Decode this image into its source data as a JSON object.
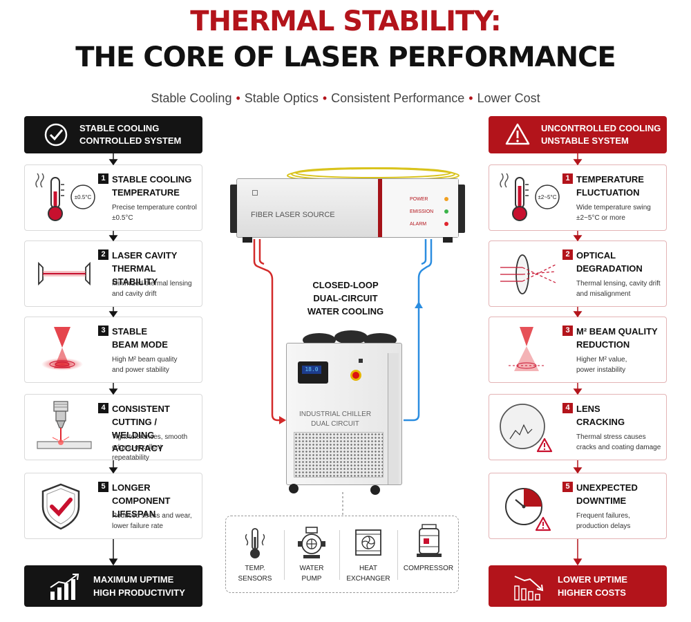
{
  "title": {
    "line1": "THERMAL STABILITY:",
    "line2": "THE CORE OF LASER PERFORMANCE"
  },
  "subtitle": [
    "Stable Cooling",
    "Stable Optics",
    "Consistent Performance",
    "Lower Cost"
  ],
  "subtitle_separator": "•",
  "left_header": {
    "line1": "STABLE COOLING",
    "line2": "CONTROLLED SYSTEM"
  },
  "right_header": {
    "line1": "UNCONTROLLED COOLING",
    "line2": "UNSTABLE SYSTEM"
  },
  "left_items": [
    {
      "num": "1",
      "title_lines": [
        "STABLE COOLING",
        "TEMPERATURE"
      ],
      "desc_lines": [
        "Precise temperature control",
        "±0.5°C"
      ],
      "badge": "±0.5°C",
      "icon": "thermometer-icon"
    },
    {
      "num": "2",
      "title_lines": [
        "LASER CAVITY",
        "THERMAL STABILITY"
      ],
      "desc_lines": [
        "Minimized thermal lensing",
        "and cavity drift"
      ],
      "icon": "laser-cavity-icon"
    },
    {
      "num": "3",
      "title_lines": [
        "STABLE",
        "BEAM MODE"
      ],
      "desc_lines": [
        "High M² beam quality",
        "and power stability"
      ],
      "icon": "beam-focus-icon"
    },
    {
      "num": "4",
      "title_lines": [
        "CONSISTENT CUTTING /",
        "WELDING ACCURACY"
      ],
      "desc_lines": [
        "Tight tolerances, smooth",
        "edges, excellent repeatability"
      ],
      "icon": "cutting-head-icon"
    },
    {
      "num": "5",
      "title_lines": [
        "LONGER COMPONENT",
        "LIFESPAN"
      ],
      "desc_lines": [
        "Reduced stress and wear,",
        "lower failure rate"
      ],
      "icon": "shield-check-icon"
    }
  ],
  "right_items": [
    {
      "num": "1",
      "title_lines": [
        "TEMPERATURE",
        "FLUCTUATION"
      ],
      "desc_lines": [
        "Wide temperature swing",
        "±2~5°C or more"
      ],
      "badge": "±2~5°C",
      "icon": "thermometer-icon"
    },
    {
      "num": "2",
      "title_lines": [
        "OPTICAL",
        "DEGRADATION"
      ],
      "desc_lines": [
        "Thermal lensing, cavity drift",
        "and misalignment"
      ],
      "icon": "lens-distortion-icon"
    },
    {
      "num": "3",
      "title_lines": [
        "M² BEAM QUALITY",
        "REDUCTION"
      ],
      "desc_lines": [
        "Higher M² value,",
        "power instability"
      ],
      "icon": "beam-focus-icon"
    },
    {
      "num": "4",
      "title_lines": [
        "LENS",
        "CRACKING"
      ],
      "desc_lines": [
        "Thermal stress causes",
        "cracks and coating damage"
      ],
      "icon": "cracked-lens-icon"
    },
    {
      "num": "5",
      "title_lines": [
        "UNEXPECTED",
        "DOWNTIME"
      ],
      "desc_lines": [
        "Frequent failures,",
        "production delays"
      ],
      "icon": "downtime-gauge-icon"
    }
  ],
  "left_footer": {
    "line1": "MAXIMUM UPTIME",
    "line2": "HIGH PRODUCTIVITY",
    "icon": "growth-chart-icon"
  },
  "right_footer": {
    "line1": "LOWER UPTIME",
    "line2": "HIGHER COSTS",
    "icon": "decline-chart-icon"
  },
  "laser_source": {
    "label": "FIBER LASER SOURCE",
    "status": [
      "POWER",
      "EMISSION",
      "ALARM"
    ]
  },
  "loop_label": {
    "line1": "CLOSED-LOOP",
    "line2": "DUAL-CIRCUIT",
    "line3": "WATER COOLING"
  },
  "chiller": {
    "line1": "INDUSTRIAL CHILLER",
    "line2": "DUAL CIRCUIT",
    "display": "18.0"
  },
  "components": [
    {
      "lines": [
        "TEMP.",
        "SENSORS"
      ],
      "icon": "temp-sensor-icon"
    },
    {
      "lines": [
        "WATER",
        "PUMP"
      ],
      "icon": "water-pump-icon"
    },
    {
      "lines": [
        "HEAT",
        "EXCHANGER"
      ],
      "icon": "heat-exchanger-icon"
    },
    {
      "lines": [
        "COMPRESSOR"
      ],
      "icon": "compressor-icon"
    }
  ],
  "colors": {
    "red": "#b3141b",
    "black": "#141414",
    "blue": "#2b8de0",
    "pipe_red": "#d32a2a"
  }
}
